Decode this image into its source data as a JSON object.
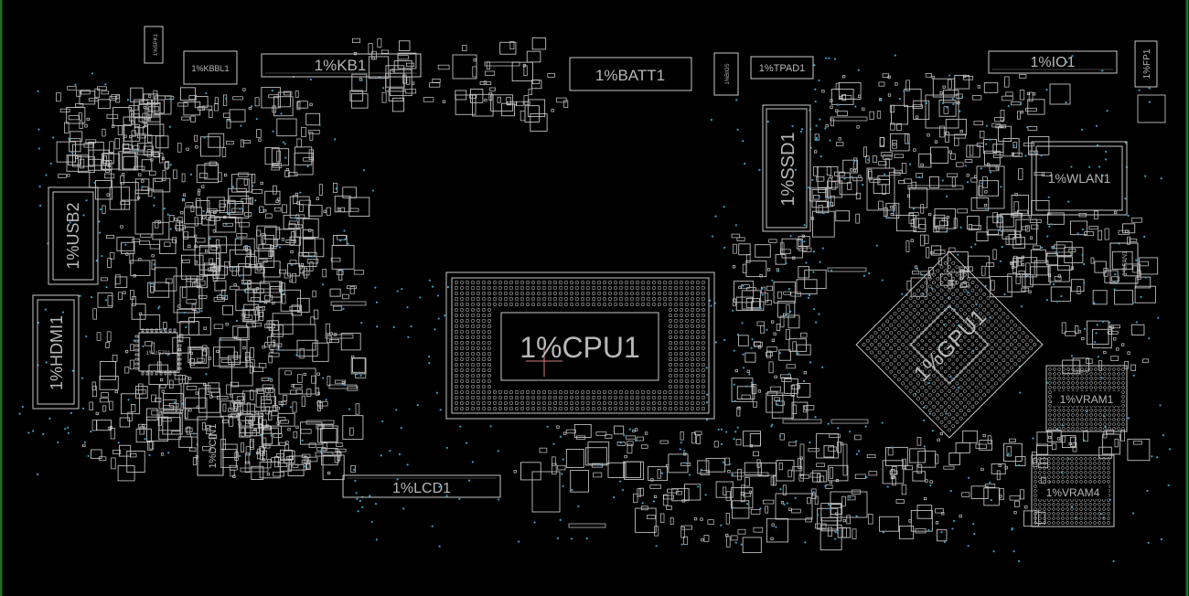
{
  "view": {
    "background": "#000000",
    "outline_color": "#c8c8c8",
    "via_color": "#3aa0c8",
    "edge_color": "#1f6e1f"
  },
  "components": {
    "spk1": "1%SPK1",
    "kbbl1": "1%KBBL1",
    "kb1": "1%KB1",
    "batt1": "1%BATT1",
    "bios": "1%BIOS",
    "tpad1": "1%TPAD1",
    "io1": "1%IO1",
    "fp1": "1%FP1",
    "ssd1": "1%SSD1",
    "wlan1": "1%WLAN1",
    "usb2": "1%USB2",
    "hdmi1": "1%HDMI1",
    "cpu1": "1%CPU1",
    "gpu1": "1%GPU1",
    "vram1": "1%VRAM1",
    "vram4": "1%VRAM4",
    "lcd1": "1%LCD1",
    "dcin1": "1%DCIN1",
    "ue701": "1%UE701",
    "fan1": "1%FAN1"
  }
}
